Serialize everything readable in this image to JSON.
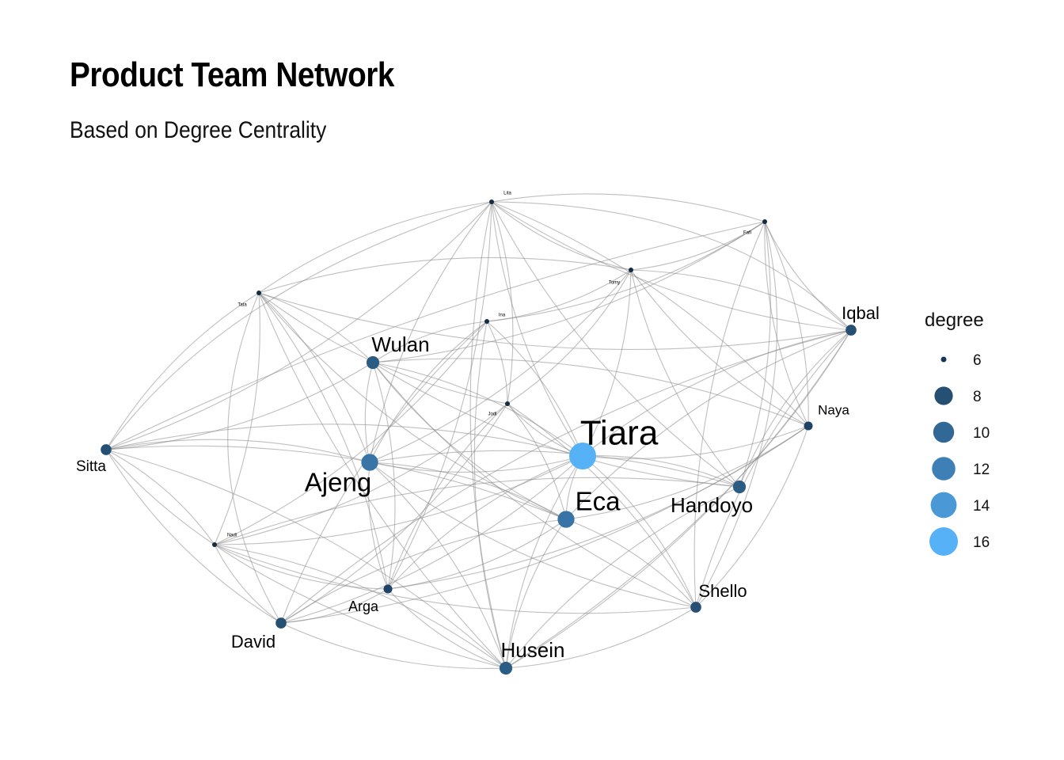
{
  "title": "Product Team Network",
  "subtitle": "Based on Degree Centrality",
  "legend": {
    "title": "degree",
    "items": [
      {
        "label": "6",
        "degree": 6
      },
      {
        "label": "8",
        "degree": 8
      },
      {
        "label": "10",
        "degree": 10
      },
      {
        "label": "12",
        "degree": 12
      },
      {
        "label": "14",
        "degree": 14
      },
      {
        "label": "16",
        "degree": 16
      }
    ]
  },
  "colors": {
    "low": "#132B43",
    "high": "#56B1F7",
    "edge": "#8a8a8a"
  },
  "chart_data": {
    "type": "network",
    "size_and_color_variable": "degree",
    "nodes": [
      {
        "name": "Tiara",
        "degree": 16
      },
      {
        "name": "Eca",
        "degree": 11
      },
      {
        "name": "Ajeng",
        "degree": 11
      },
      {
        "name": "Wulan",
        "degree": 9
      },
      {
        "name": "Handoyo",
        "degree": 9
      },
      {
        "name": "Husein",
        "degree": 9
      },
      {
        "name": "Iqbal",
        "degree": 8
      },
      {
        "name": "Sitta",
        "degree": 8
      },
      {
        "name": "David",
        "degree": 8
      },
      {
        "name": "Shello",
        "degree": 8
      },
      {
        "name": "Naya",
        "degree": 7
      },
      {
        "name": "Arga",
        "degree": 7
      },
      {
        "name": "Lita",
        "degree": 5
      },
      {
        "name": "Fafi",
        "degree": 5
      },
      {
        "name": "Tomy",
        "degree": 5
      },
      {
        "name": "Tata",
        "degree": 5
      },
      {
        "name": "Ina",
        "degree": 5
      },
      {
        "name": "Jodi",
        "degree": 5
      },
      {
        "name": "Nadi",
        "degree": 5
      }
    ]
  }
}
